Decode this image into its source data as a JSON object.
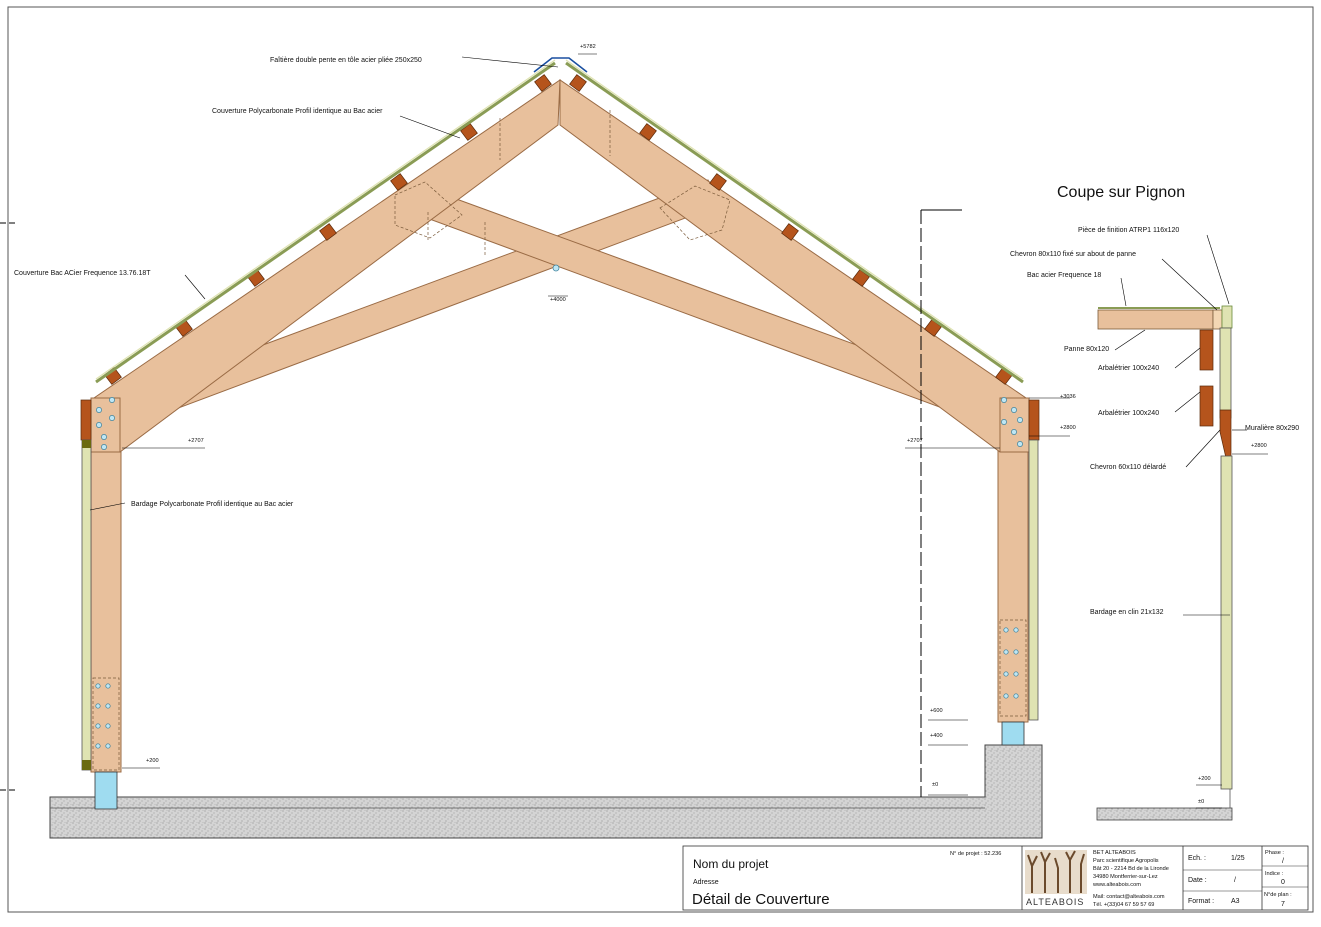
{
  "section_title": "Coupe sur Pignon",
  "main_labels": {
    "faitiere": "Faîtière double pente en tôle acier pliée 250x250",
    "couverture_poly": "Couverture Polycarbonate Profil identique au Bac acier",
    "couverture_bac": "Couverture Bac ACier Frequence 13.76.18T",
    "bardage_poly": "Bardage Polycarbonate Profil identique au Bac acier"
  },
  "main_levels": {
    "ridge": "+5782",
    "cross": "+4000",
    "left_eave": "+2707",
    "right_eave": "+2707",
    "top_right": "+3036",
    "right_2800": "+2800",
    "base_left": "+200",
    "lvl_600": "+600",
    "lvl_400": "+400",
    "lvl_0": "±0"
  },
  "detail_labels": {
    "piece_finition": "Pièce de finition ATRP1 116x120",
    "chevron_80": "Chevron 80x110 fixé sur about de panne",
    "bac_acier": "Bac acier Frequence 18",
    "panne": "Panne 80x120",
    "arbaletrier_1": "Arbalétrier 100x240",
    "arbaletrier_2": "Arbalétrier 100x240",
    "muraliere": "Muralière 80x290",
    "chevron_60": "Chevron 60x110 délardé",
    "bardage_clin": "Bardage en clin 21x132"
  },
  "detail_levels": {
    "lvl_2800": "+2800",
    "lvl_200": "+200",
    "lvl_0": "±0"
  },
  "title_block": {
    "project_number": "N° de projet : 52.236",
    "project_name": "Nom du projet",
    "address": "Adresse",
    "drawing_title": "Détail de Couverture",
    "logo_text": "ALTEABOIS",
    "company_lines": [
      "BET  ALTEABOIS",
      "Parc scientifique Agropolis",
      "Bât 20 - 2214 Bd de la Lironde",
      "34980 Montferrier-sur-Lez",
      "www.alteabois.com",
      "Mail: contact@alteabois.com",
      "Tél. +(33)04 67 59 57 69"
    ],
    "ech_label": "Ech. :",
    "ech_value": "1/25",
    "date_label": "Date :",
    "date_value": "/",
    "format_label": "Format :",
    "format_value": "A3",
    "phase_label": "Phase :",
    "phase_value": "/",
    "indice_label": "Indice :",
    "indice_value": "0",
    "plan_label": "N°de plan :",
    "plan_value": "7"
  },
  "colors": {
    "timber": "#e8c09c",
    "timber_edge": "#9a6b45",
    "purlin": "#b5541c",
    "cladding": "#dfe3b2",
    "concrete": "#d3d3d3",
    "steel_pad": "#9fdcf0"
  }
}
